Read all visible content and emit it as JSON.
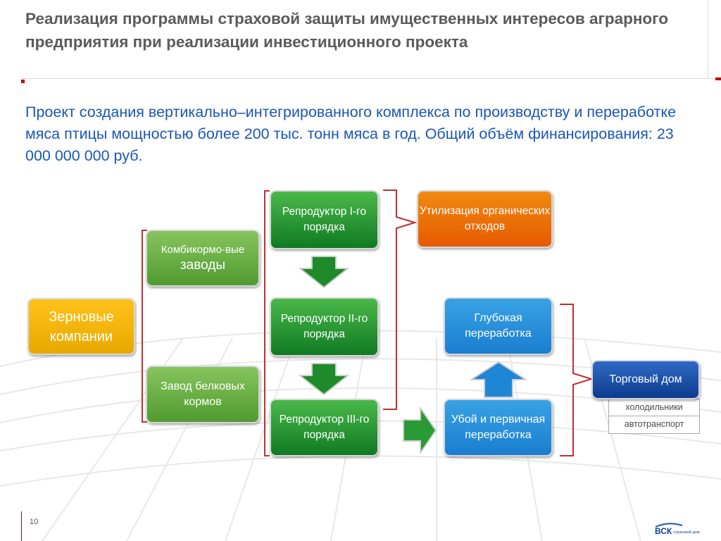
{
  "title": "Реализация программы страховой защиты имущественных интересов аграрного предприятия при реализации инвестиционного проекта",
  "intro": "Проект создания вертикально–интегрированного комплекса по производству и переработке мяса птицы мощностью более 200 тыс. тонн мяса в год. Общий объём финансирования: 23 000 000 000 руб.",
  "diagram": {
    "grain_companies": "Зерновые компании",
    "feed_mills_a": "Комбикормо-вые",
    "feed_mills_b": "заводы",
    "protein_plant": "Завод белковых кормов",
    "reproducer_1": "Репродуктор I-го порядка",
    "reproducer_2": "Репродуктор II-го порядка",
    "reproducer_3": "Репродуктор III-го порядка",
    "waste_utilization": "Утилизация органических отходов",
    "deep_processing": "Глубокая переработка",
    "slaughter": "Убой и первичная переработка",
    "trading_house": "Торговый дом",
    "refrigerators": "холодильники",
    "transport": "автотранспорт"
  },
  "footer": {
    "page_number": "10",
    "logo_text": "ВСК",
    "logo_subtext": "страховой дом"
  },
  "colors": {
    "title_gray": "#5a5a5a",
    "intro_blue": "#1a56b8",
    "accent_red": "#c03030",
    "green": "#128026",
    "orange": "#e86e08",
    "blue": "#1f86d6",
    "gold": "#f5b400",
    "navy": "#123f91"
  },
  "icons": {
    "down_arrow": "down-arrow-icon",
    "right_arrow": "right-arrow-icon",
    "up_arrow": "up-arrow-icon"
  }
}
